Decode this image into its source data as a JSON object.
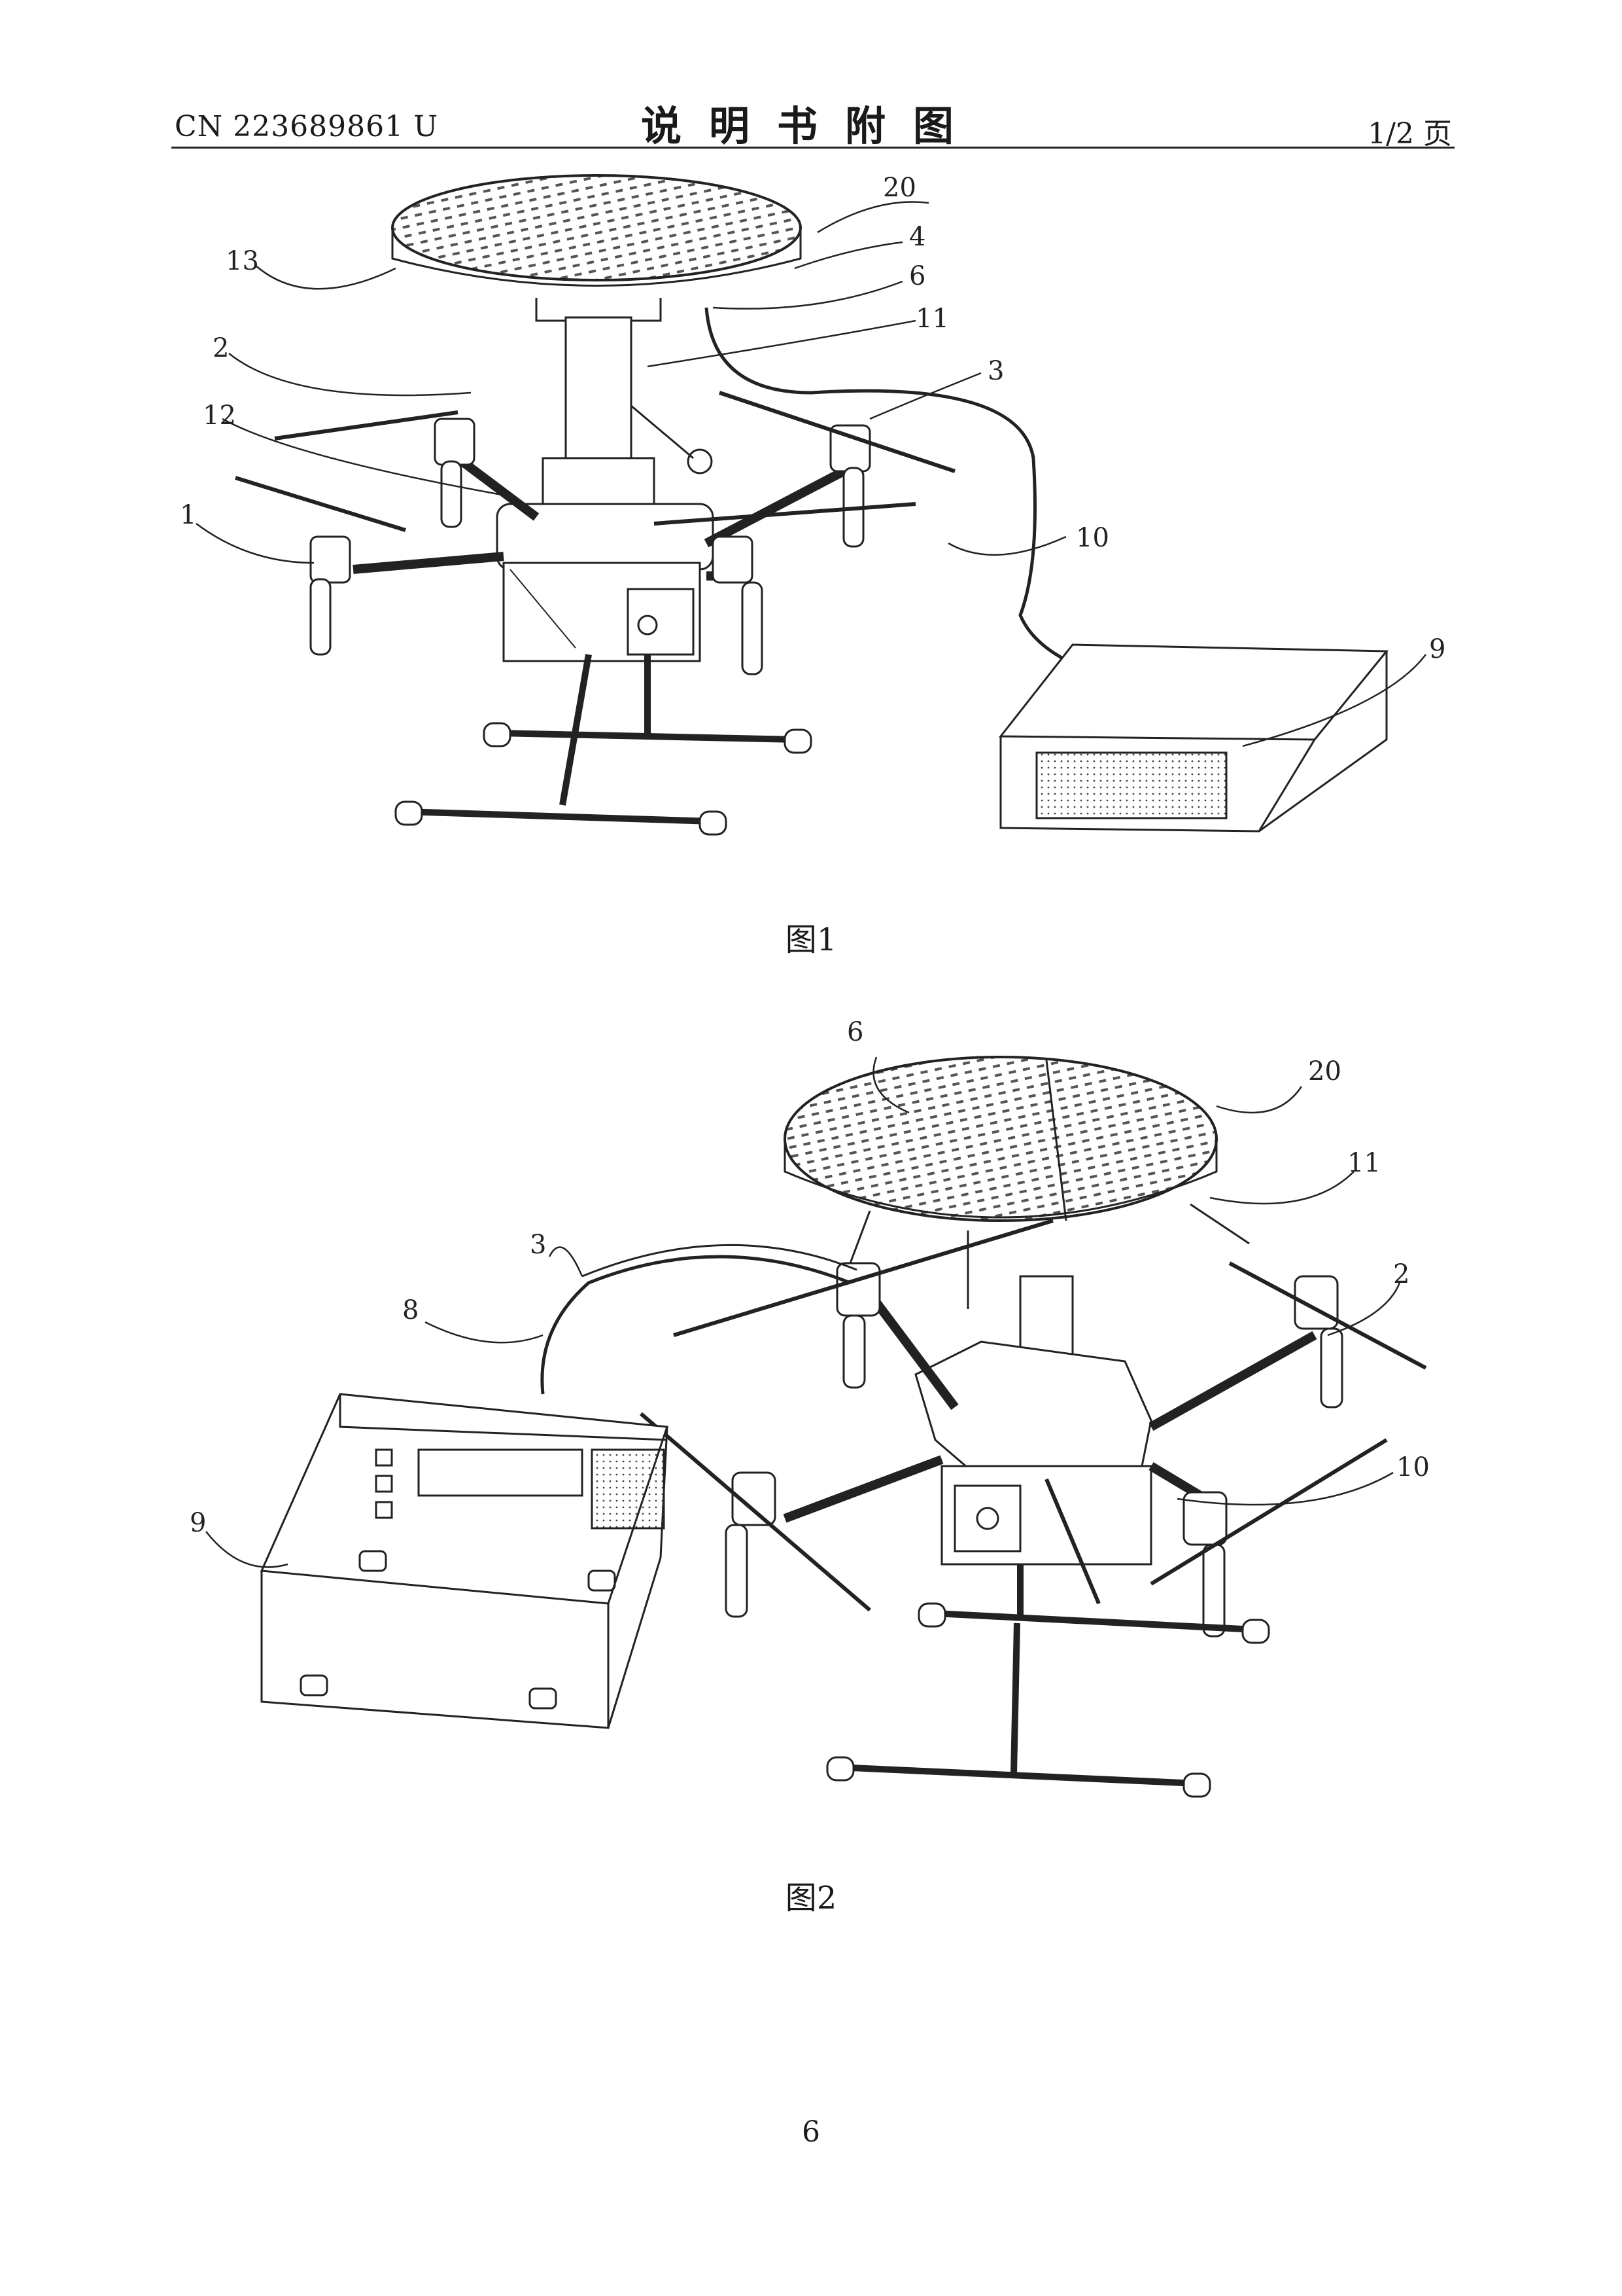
{
  "header": {
    "publication_number": "CN 223689861 U",
    "title": "说明书附图",
    "sheet": "1/2 页"
  },
  "figures": [
    {
      "caption": "图1",
      "reference_numerals": [
        "20",
        "13",
        "4",
        "6",
        "11",
        "2",
        "3",
        "12",
        "1",
        "10",
        "9"
      ]
    },
    {
      "caption": "图2",
      "reference_numerals": [
        "6",
        "20",
        "11",
        "3",
        "2",
        "8",
        "10",
        "9"
      ]
    }
  ],
  "footer": {
    "page_number": "6"
  }
}
